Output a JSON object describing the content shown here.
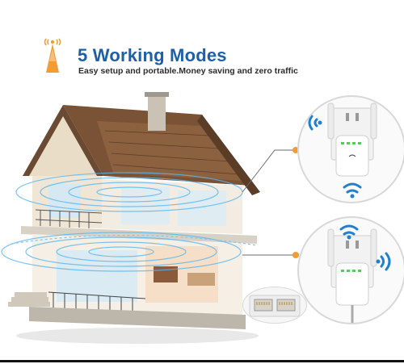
{
  "header": {
    "title": "5 Working Modes",
    "subtitle": "Easy setup and portable.Money saving and zero traffic",
    "icon": "antenna-tower-icon"
  },
  "colors": {
    "title": "#1f5fa8",
    "accent_orange": "#f39c33",
    "wifi_blue": "#1f7fd0",
    "glow_blue": "#9fd4f5"
  },
  "images": {
    "house": "cutaway-house-illustration",
    "extender_top": "wifi-extender-plugged-in-receiving-icon",
    "extender_bottom": "wifi-extender-plugged-in-broadcasting-icon",
    "ports": "ethernet-ports-icon"
  }
}
